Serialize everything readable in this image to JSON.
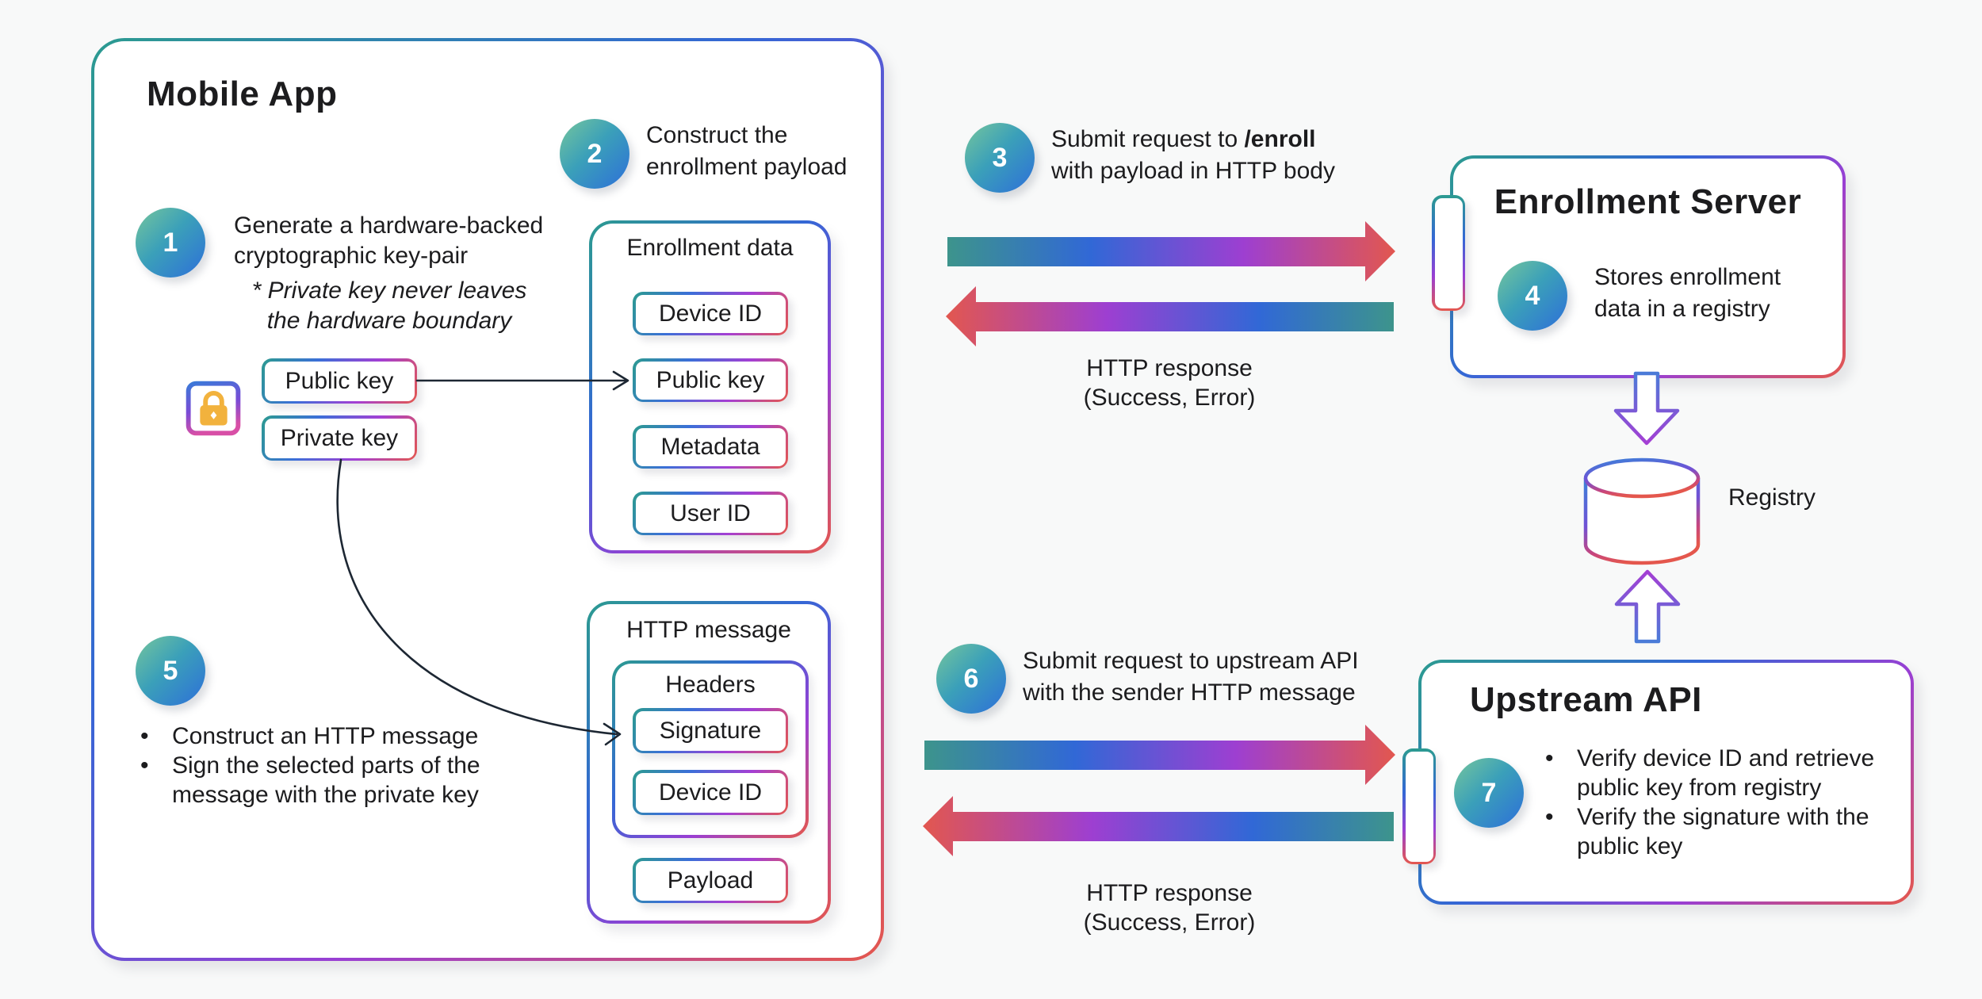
{
  "palette": {
    "teal": "#2c9b90",
    "blue": "#3467d5",
    "purple": "#993fd3",
    "red": "#e4574d",
    "badge_from": "#76c69c",
    "badge_to": "#2d6fd9",
    "line": "#1d2733",
    "lock": "#f2b23d",
    "text": "#1c1c1e"
  },
  "mobile_app": {
    "title": "Mobile App"
  },
  "steps": {
    "s1": {
      "num": "1",
      "text": "Generate a hardware-backed cryptographic key-pair",
      "note_line1": "* Private key never leaves",
      "note_line2": "the hardware boundary"
    },
    "s2": {
      "num": "2",
      "line1": "Construct the",
      "line2": "enrollment payload"
    },
    "s3": {
      "num": "3",
      "prefix": "Submit request to ",
      "bold": "/enroll",
      "line2": "with payload in HTTP body"
    },
    "s4": {
      "num": "4",
      "line1": "Stores enrollment",
      "line2": "data in a registry"
    },
    "s5": {
      "num": "5",
      "bullet1": "Construct an HTTP message",
      "bullet2": "Sign the selected parts of the message with the private key"
    },
    "s6": {
      "num": "6",
      "line1": "Submit request to upstream API",
      "line2": "with the sender HTTP message"
    },
    "s7": {
      "num": "7",
      "bullet1": "Verify device ID and retrieve public key from registry",
      "bullet2": "Verify the signature with the public key"
    }
  },
  "key_boxes": {
    "public": "Public key",
    "private": "Private key"
  },
  "enrollment_data": {
    "title": "Enrollment data",
    "items": [
      "Device ID",
      "Public key",
      "Metadata",
      "User ID"
    ]
  },
  "http_message": {
    "title": "HTTP message",
    "headers_title": "Headers",
    "items": [
      "Signature",
      "Device ID"
    ],
    "payload": "Payload"
  },
  "responses": {
    "enroll_line1": "HTTP response",
    "enroll_line2": "(Success, Error)",
    "upstream_line1": "HTTP response",
    "upstream_line2": "(Success, Error)"
  },
  "enrollment_server": {
    "title": "Enrollment Server"
  },
  "registry": {
    "label": "Registry"
  },
  "upstream_api": {
    "title": "Upstream API"
  },
  "icons": {
    "chip": "chip-lock-icon",
    "registry": "database-cylinder-icon",
    "down": "block-arrow-down-icon",
    "up": "block-arrow-up-icon"
  }
}
